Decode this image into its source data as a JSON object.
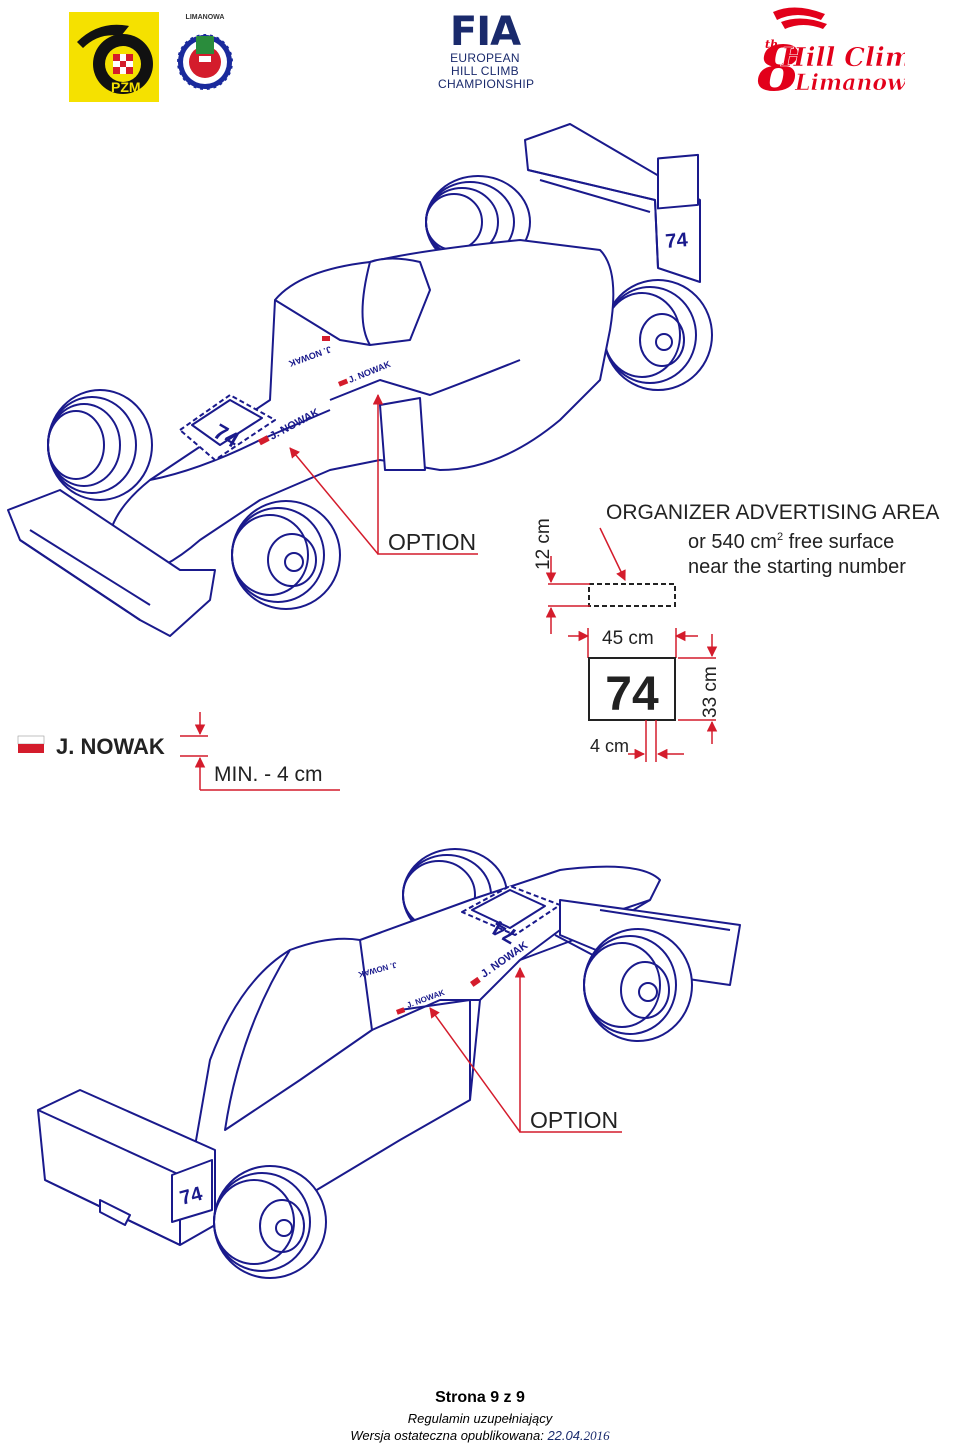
{
  "header": {
    "pzm_logo": {
      "text": "PZM",
      "icon": "pzm-logo"
    },
    "club_logo": {
      "text": "LIMANOWA",
      "icon": "auto-moto-klub-logo"
    },
    "fia_logo": {
      "mark": "FIA",
      "lines": [
        "EUROPEAN",
        "HILL CLIMB",
        "CHAMPIONSHIP"
      ]
    },
    "event_logo": {
      "ordinal": "th",
      "title": "Hill Climb",
      "number": "8",
      "city": "Limanowa"
    }
  },
  "diagram": {
    "top_car": {
      "number_nose": "74",
      "number_wing": "74",
      "name_side": "J. NOWAK",
      "name_cockpit": "J. NOWAK",
      "name_cockpit_left": "J. NOWAK",
      "option_label": "OPTION"
    },
    "specs": {
      "organizer_title": "ORGANIZER ADVERTISING AREA",
      "organizer_line1": "or 540 cm",
      "organizer_sup": "2",
      "organizer_line1_rest": " free surface",
      "organizer_line2": "near the starting number",
      "height_12": "12 cm",
      "width_45": "45 cm",
      "height_33": "33 cm",
      "margin_4": "4 cm",
      "sample_number": "74"
    },
    "name_sample": {
      "name": "J. NOWAK",
      "min_label": "MIN. - 4 cm"
    },
    "bottom_car": {
      "number_nose": "74",
      "number_wing": "74",
      "name_side": "J. NOWAK",
      "name_cockpit": "J. NOWAK",
      "name_cockpit_right": "J. NOWAK",
      "option_label": "OPTION"
    }
  },
  "footer": {
    "page": "Strona 9 z 9",
    "subtitle": "Regulamin uzupełniający",
    "version_prefix": "Wersja ostateczna opublikowana: ",
    "version_date_a": "22.04.",
    "version_date_b": "2016"
  },
  "colors": {
    "line": "#1a1a8c",
    "accent": "#d41c2c",
    "text": "#222222"
  }
}
